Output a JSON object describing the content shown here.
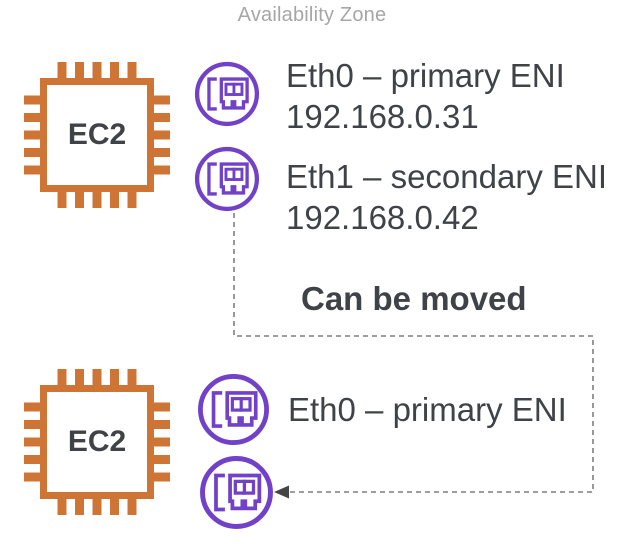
{
  "colors": {
    "bg": "#FFFFFF",
    "orange": "#CE7434",
    "purple": "#7142C8",
    "text": "#3F4347",
    "muted": "#A6A6A6",
    "line": "#7F7F7F",
    "arrow": "#454545"
  },
  "diagram": {
    "title": "Availability Zone",
    "top_instance": {
      "label": "EC2",
      "enis": [
        {
          "name": "Eth0 – primary ENI",
          "ip": "192.168.0.31"
        },
        {
          "name": "Eth1 – secondary ENI",
          "ip": "192.168.0.42"
        }
      ]
    },
    "bottom_instance": {
      "label": "EC2",
      "enis": [
        {
          "name": "Eth0 – primary ENI"
        }
      ]
    },
    "annotation": "Can be moved",
    "icons": {
      "ec2": "ec2-chip-icon",
      "eni": "network-interface-icon",
      "arrow": "dashed-move-arrow"
    }
  }
}
